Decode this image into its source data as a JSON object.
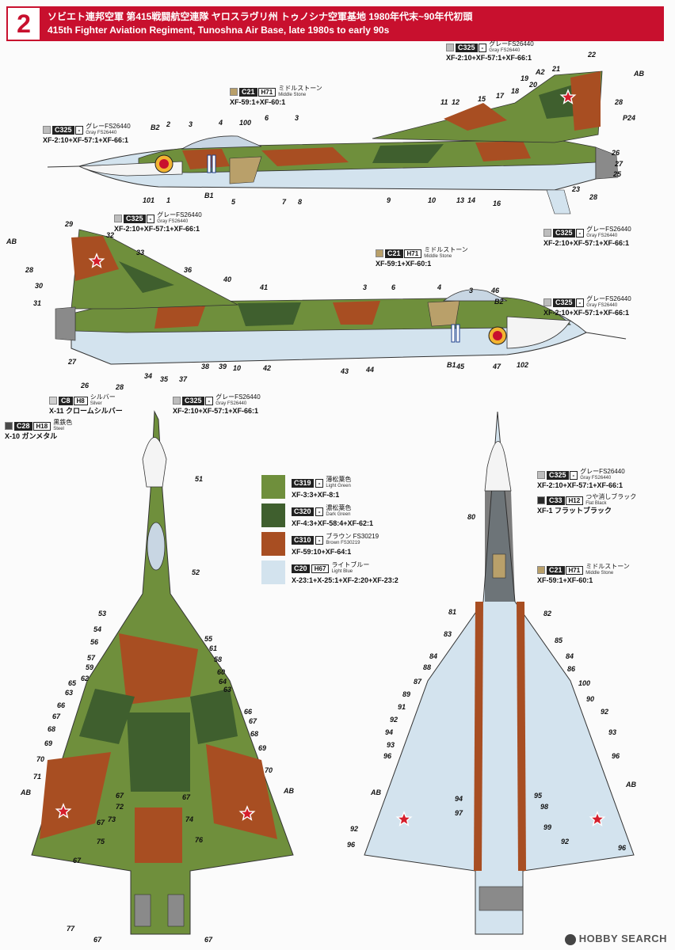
{
  "header": {
    "number": "2",
    "title_jp": "ソビエト連邦空軍 第415戦闘航空連隊 ヤロスラヴリ州 トゥノシナ空軍基地 1980年代末~90年代初頭",
    "title_en": "415th Fighter Aviation Regiment, Tunoshna Air Base, late 1980s to early 90s"
  },
  "colors": {
    "red": "#c8102e",
    "light_green": "#6f8f3c",
    "dark_green": "#3f5f2e",
    "brown": "#a84e22",
    "light_blue": "#d3e3ee",
    "gray": "#bdbdbd",
    "middle_stone": "#b9a06a",
    "flat_black": "#2a2a2a",
    "silver": "#cfcfcf",
    "steel": "#4a4a4a"
  },
  "chips": {
    "c325": {
      "code": "C325",
      "code2": "-",
      "jp": "グレーFS26440",
      "en": "Gray FS26440",
      "mix": "XF-2:10+XF-57:1+XF-66:1"
    },
    "c21": {
      "code": "C21",
      "code2": "H71",
      "jp": "ミドルストーン",
      "en": "Middle Stone",
      "mix": "XF-59:1+XF-60:1"
    },
    "c8": {
      "code": "C8",
      "code2": "H8",
      "jp": "シルバー",
      "en": "Silver",
      "mix": "X-11 クロームシルバー"
    },
    "c28": {
      "code": "C28",
      "code2": "H18",
      "jp": "黒鉄色",
      "en": "Steel",
      "mix": "X-10 ガンメタル"
    },
    "c33": {
      "code": "C33",
      "code2": "H12",
      "jp": "つや消しブラック",
      "en": "Flat Black",
      "mix": "XF-1 フラットブラック"
    }
  },
  "legend": [
    {
      "code": "C319",
      "code2": "-",
      "jp": "薄松葉色",
      "en": "Light Green",
      "mix": "XF-3:3+XF-8:1"
    },
    {
      "code": "C320",
      "code2": "-",
      "jp": "濃松葉色",
      "en": "Dark Green",
      "mix": "XF-4:3+XF-58:4+XF-62:1"
    },
    {
      "code": "C310",
      "code2": "-",
      "jp": "ブラウン FS30219",
      "en": "Brown FS30219",
      "mix": "XF-59:10+XF-64:1"
    },
    {
      "code": "C20",
      "code2": "H67",
      "jp": "ライトブルー",
      "en": "Light Blue",
      "mix": "X-23:1+X-25:1+XF-2:20+XF-23:2"
    }
  ],
  "callouts": {
    "top": [
      "22",
      "AB",
      "21",
      "A2",
      "19",
      "20",
      "28",
      "18",
      "17",
      "15",
      "11",
      "12",
      "P24",
      "B2",
      "2",
      "3",
      "4",
      "100",
      "6",
      "3",
      "26",
      "27",
      "25",
      "101",
      "1",
      "B1",
      "5",
      "7",
      "8",
      "9",
      "10",
      "13",
      "14",
      "16",
      "23",
      "28"
    ],
    "mid": [
      "29",
      "32",
      "AB",
      "28",
      "30",
      "31",
      "33",
      "36",
      "40",
      "41",
      "3",
      "6",
      "4",
      "3",
      "46",
      "B2",
      "27",
      "26",
      "28",
      "34",
      "35",
      "37",
      "38",
      "39",
      "10",
      "42",
      "43",
      "44",
      "B1",
      "45",
      "47",
      "102"
    ],
    "bottom_left": [
      "51",
      "52",
      "53",
      "54",
      "56",
      "55",
      "61",
      "58",
      "57",
      "59",
      "60",
      "62",
      "65",
      "64",
      "63",
      "66",
      "63",
      "67",
      "66",
      "67",
      "68",
      "68",
      "69",
      "69",
      "70",
      "70",
      "71",
      "AB",
      "AB",
      "67",
      "72",
      "67",
      "73",
      "74",
      "67",
      "75",
      "76",
      "67",
      "77",
      "67",
      "67"
    ],
    "bottom_right": [
      "80",
      "81",
      "82",
      "83",
      "85",
      "84",
      "84",
      "88",
      "86",
      "87",
      "100",
      "89",
      "90",
      "91",
      "92",
      "93",
      "92",
      "94",
      "93",
      "96",
      "96",
      "AB",
      "AB",
      "94",
      "95",
      "97",
      "98",
      "92",
      "99",
      "92",
      "96",
      "96"
    ]
  },
  "watermark": "HOBBY SEARCH"
}
